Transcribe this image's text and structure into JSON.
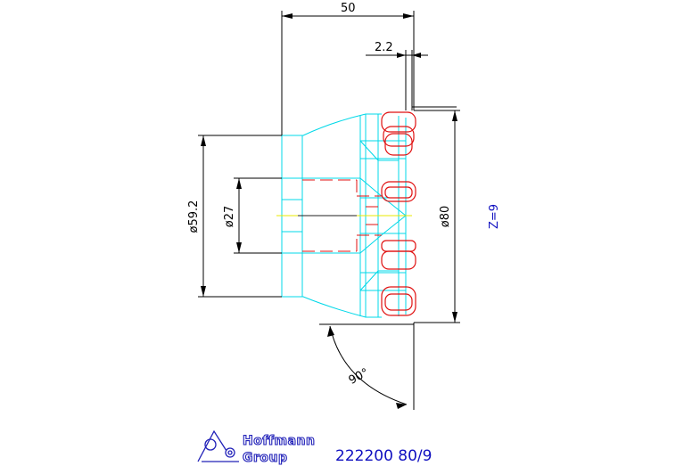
{
  "dimensions": {
    "overall_length": "50",
    "offset": "2.2",
    "dia_shank": "ø59.2",
    "dia_bore": "ø27",
    "dia_cutter": "ø80",
    "teeth": "Z=9",
    "angle": "90°"
  },
  "logo": {
    "line1": "Hoffmann",
    "line2": "Group"
  },
  "part_number": "222200 80/9",
  "colors": {
    "body": "#00d8e8",
    "inserts": "#e01010",
    "dimension": "#000000",
    "centerline": "#e8e800",
    "text_blue": "#1010c0"
  }
}
